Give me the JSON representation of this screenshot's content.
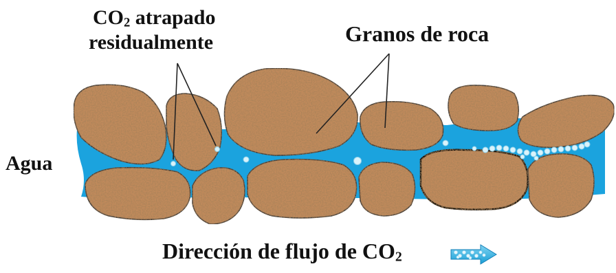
{
  "labels": {
    "co2_trapped_line1_pre": "CO",
    "co2_trapped_line1_sub": "2",
    "co2_trapped_line1_post": " atrapado",
    "co2_trapped_line2": "residualmente",
    "rock_grains": "Granos de roca",
    "water": "Agua",
    "flow_direction_pre": "Dirección de flujo de CO",
    "flow_direction_sub": "2"
  },
  "colors": {
    "water": "#1ba3de",
    "grain_fill": "#c08a5c",
    "grain_outline": "#3a3a3a",
    "bubble": "#d9f3fb",
    "arrow_fill": "#35b6e5",
    "leader_lines": "#222222"
  }
}
